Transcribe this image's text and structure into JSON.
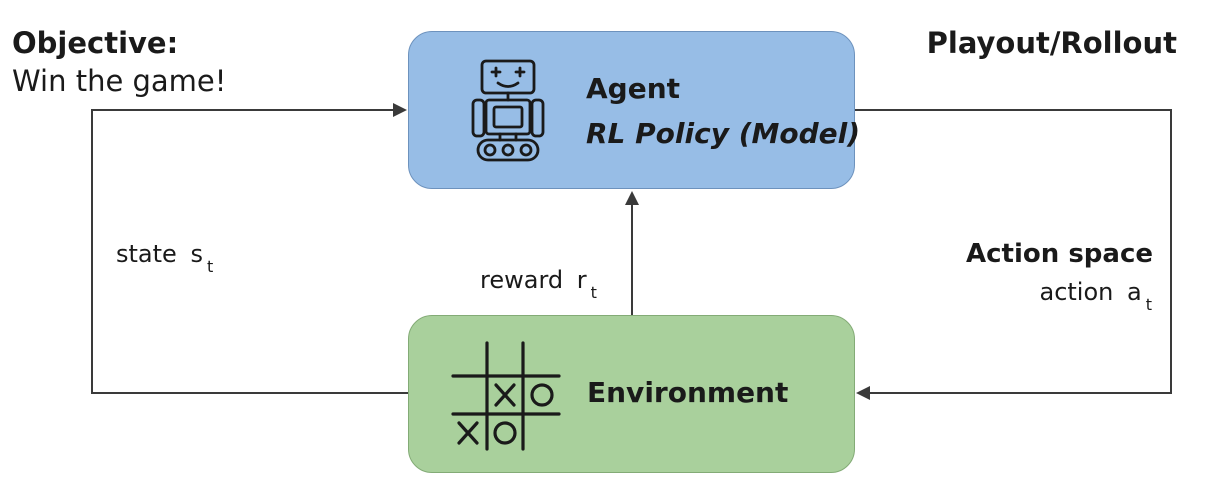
{
  "objective": {
    "title": "Objective:",
    "text": "Win the game!"
  },
  "playout": {
    "title": "Playout/Rollout"
  },
  "agent": {
    "title": "Agent",
    "subtitle": "RL Policy (Model)",
    "icon": "robot-icon",
    "fill_color": "#97bde6"
  },
  "environment": {
    "title": "Environment",
    "icon": "tic-tac-toe-icon",
    "fill_color": "#a9d09c"
  },
  "state": {
    "label": "state",
    "symbol": "s",
    "subscript": "t"
  },
  "reward": {
    "label": "reward",
    "symbol": "r",
    "subscript": "t"
  },
  "action": {
    "space_label": "Action space",
    "label": "action",
    "symbol": "a",
    "subscript": "t"
  }
}
